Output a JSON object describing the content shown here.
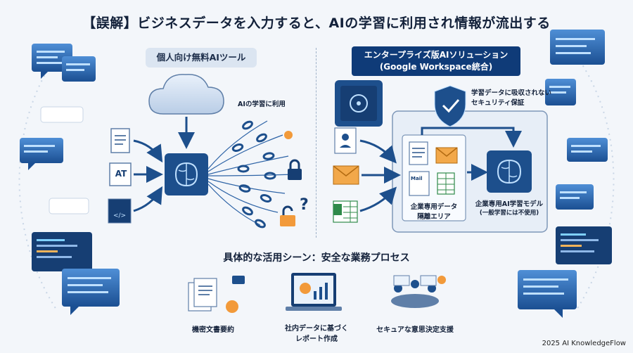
{
  "title": "【誤解】ビジネスデータを入力すると、AIの学習に利用され情報が流出する",
  "left": {
    "heading": "個人向け無料AIツール",
    "flow_label": "AIの学習に利用",
    "doc_icon_text": "AT",
    "code_icon_text": "</>"
  },
  "right": {
    "heading_line1": "エンタープライズ版AIソリューション",
    "heading_line2": "(Google Workspace統合)",
    "shield_label_line1": "学習データに吸収されない",
    "shield_label_line2": "セキュリティ保証",
    "area_label_line1": "企業専用データ",
    "area_label_line2": "隔離エリア",
    "model_label_line1": "企業専用AI学習モデル",
    "model_label_line2": "(一般学習には不使用)",
    "mail_badge": "Mail"
  },
  "usecases": {
    "heading": "具体的な活用シーン：安全な業務プロセス",
    "items": [
      {
        "label_line1": "機密文書要約",
        "label_line2": ""
      },
      {
        "label_line1": "社内データに基づく",
        "label_line2": "レポート作成"
      },
      {
        "label_line1": "セキュアな意思決定支援",
        "label_line2": ""
      }
    ]
  },
  "copyright": "2025 AI KnowledgeFlow",
  "colors": {
    "navy": "#0f3b78",
    "brain_box": "#1d4f8c",
    "accent_orange": "#f29a3a",
    "panel_bg": "#e7eef7"
  }
}
